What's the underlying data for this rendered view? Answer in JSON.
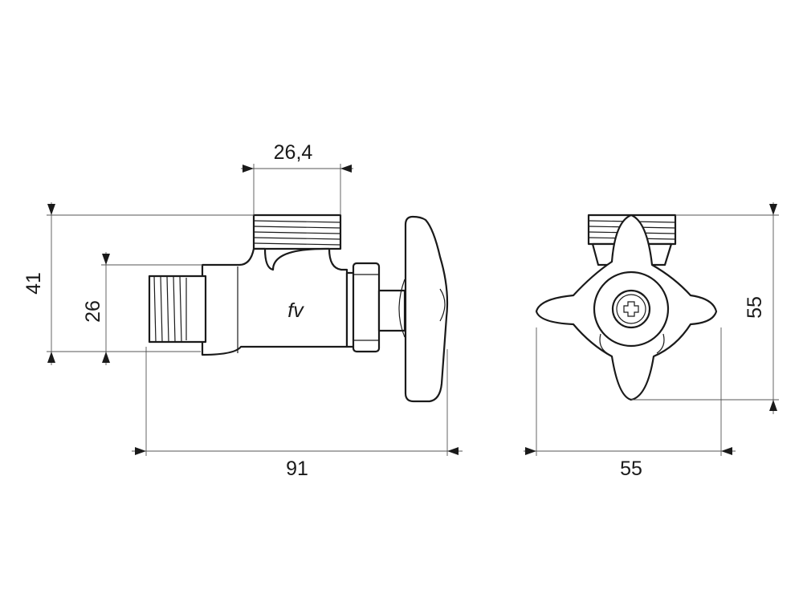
{
  "dimensions": {
    "outlet_width": "26,4",
    "body_height": "41",
    "inlet_height": "26",
    "total_length": "91",
    "handle_width": "55",
    "handle_height": "55"
  },
  "logo": {
    "text": "fv"
  }
}
